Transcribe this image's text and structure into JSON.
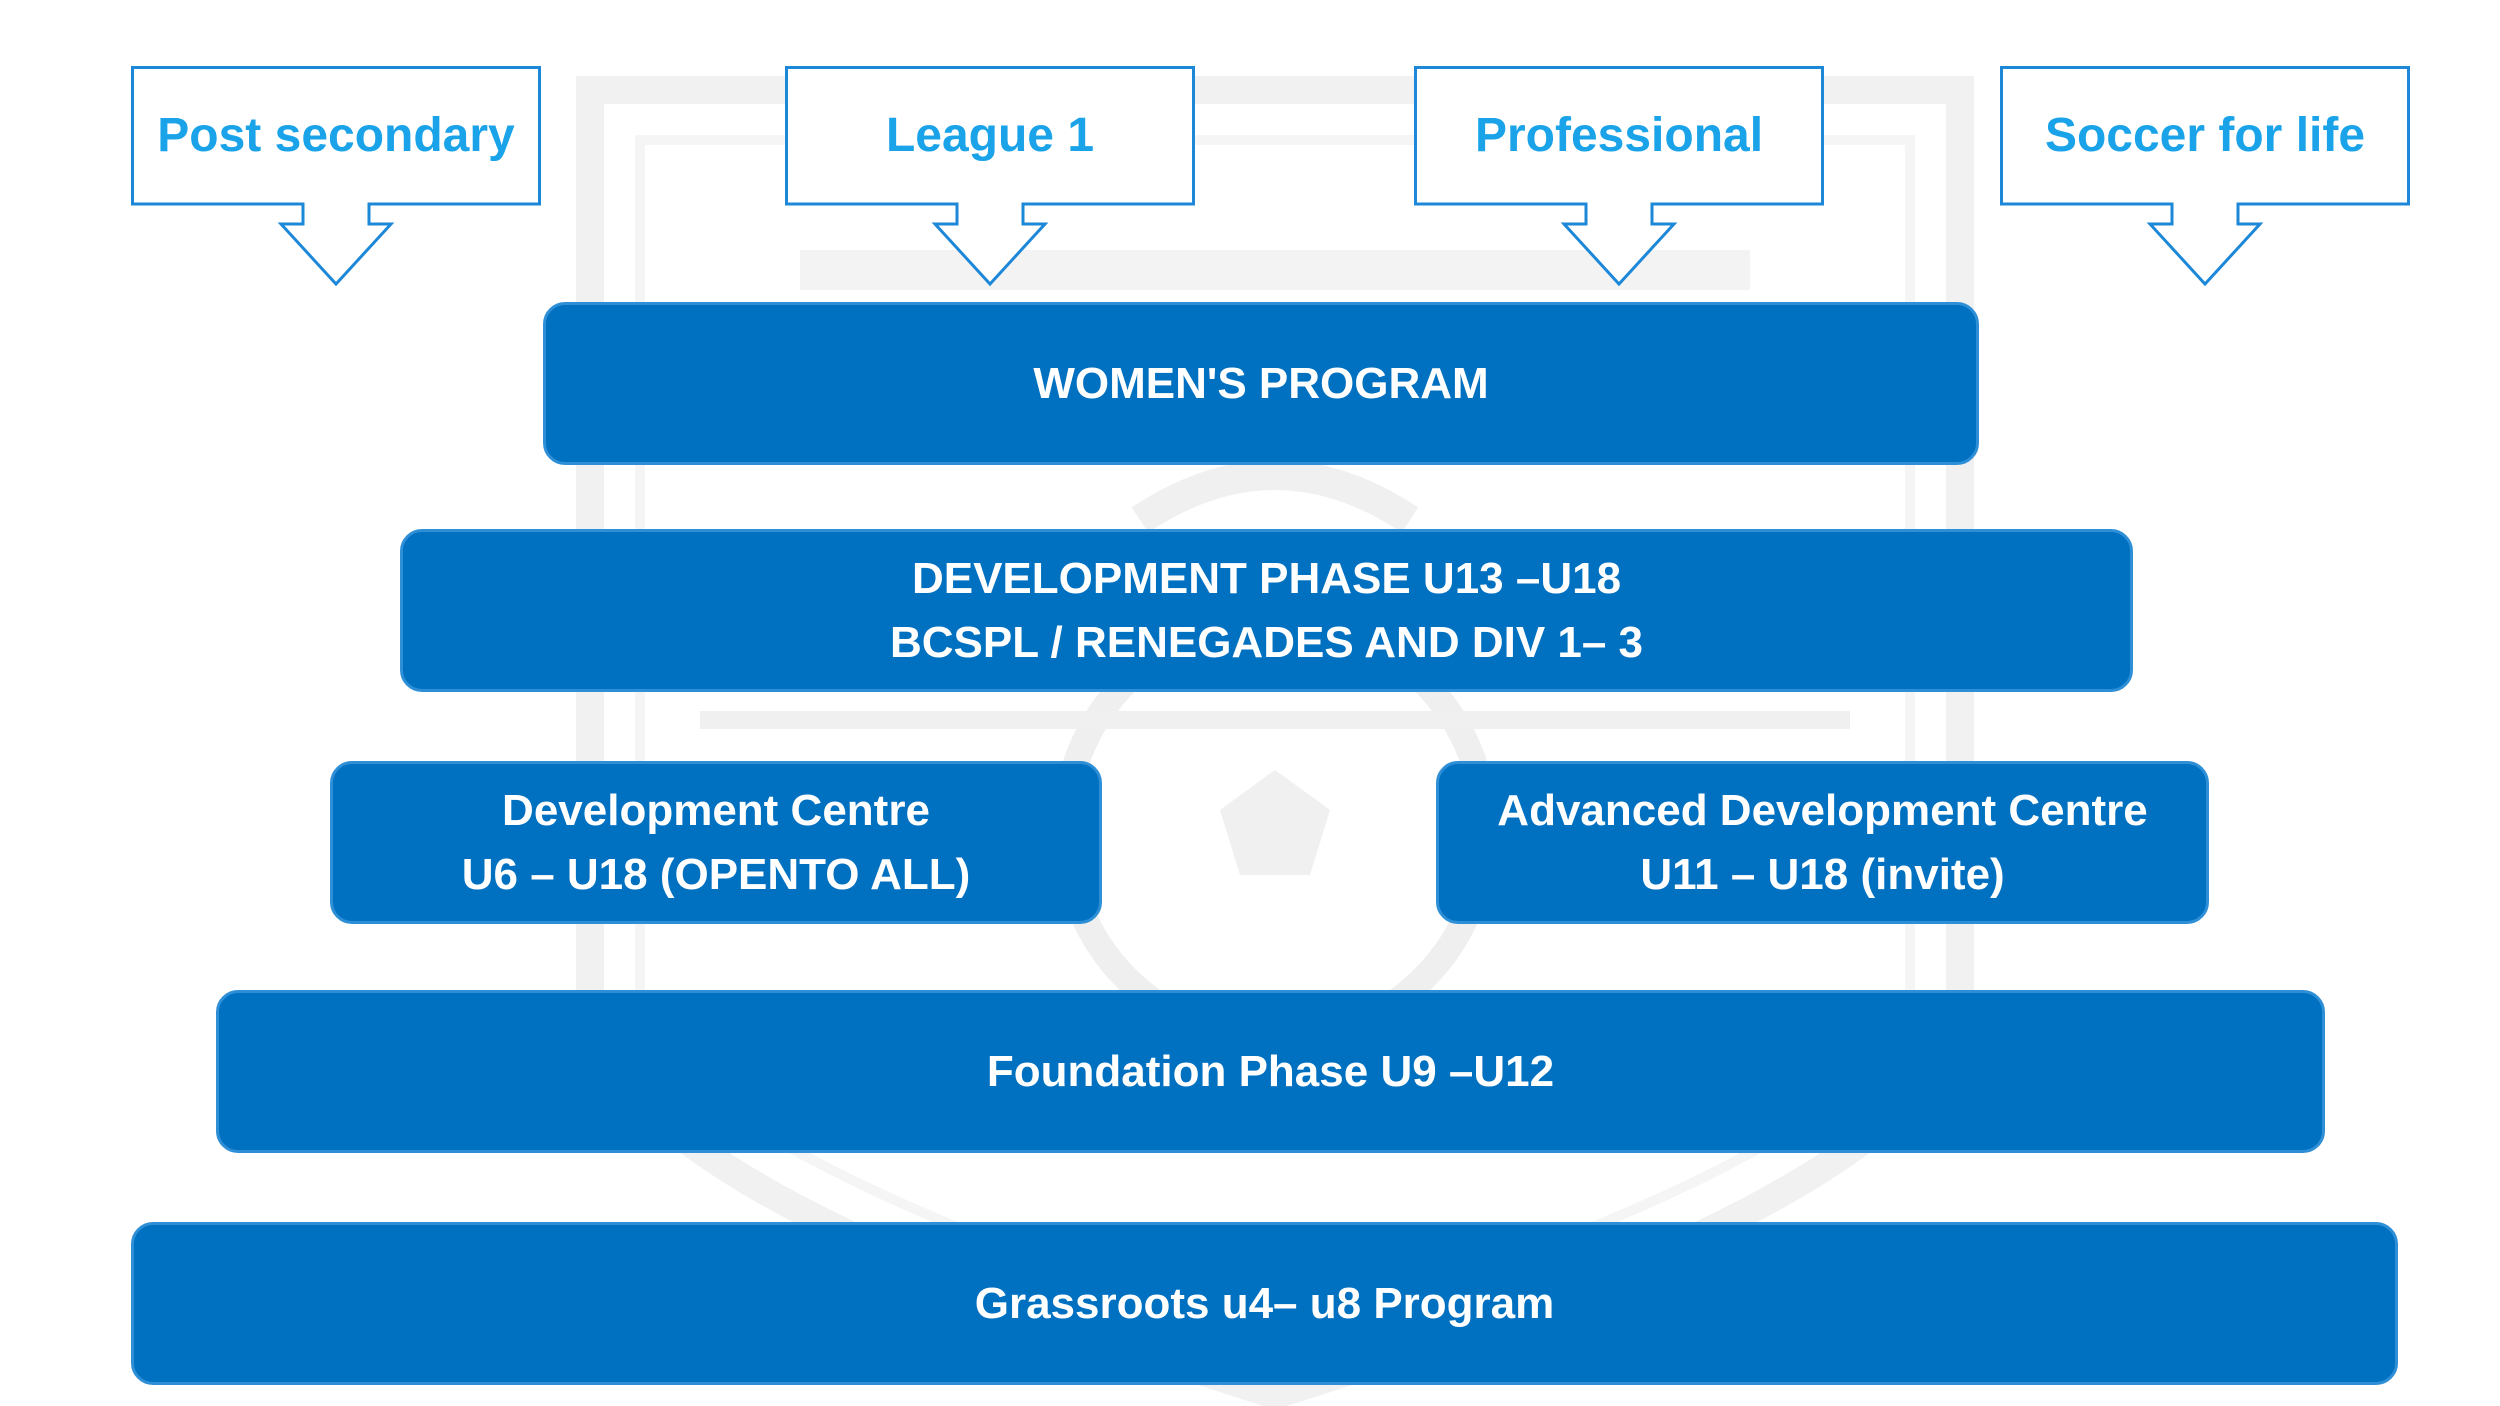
{
  "colors": {
    "tier_fill": "#0070c0",
    "tier_border": "#2e8fd6",
    "tier_text": "#ffffff",
    "callout_border": "#1e88d8",
    "callout_text": "#1aa3e8",
    "watermark": "#f0f0f0"
  },
  "pathways": [
    {
      "label": "Post secondary"
    },
    {
      "label": "League 1"
    },
    {
      "label": "Professional"
    },
    {
      "label": "Soccer for life"
    }
  ],
  "tiers": {
    "womens_program": {
      "line1": "WOMEN'S PROGRAM"
    },
    "development_phase": {
      "line1": "DEVELOPMENT PHASE U13 –U18",
      "line2": "BCSPL / RENEGADES AND DIV 1– 3"
    },
    "development_centre": {
      "line1": "Development Centre",
      "line2": "U6 – U18 (OPENTO ALL)"
    },
    "advanced_development_centre": {
      "line1": "Advanced Development Centre",
      "line2": "U11 – U18 (invite)"
    },
    "foundation_phase": {
      "line1": "Foundation Phase U9 –U12"
    },
    "grassroots": {
      "line1": "Grassroots u4– u8 Program"
    }
  }
}
